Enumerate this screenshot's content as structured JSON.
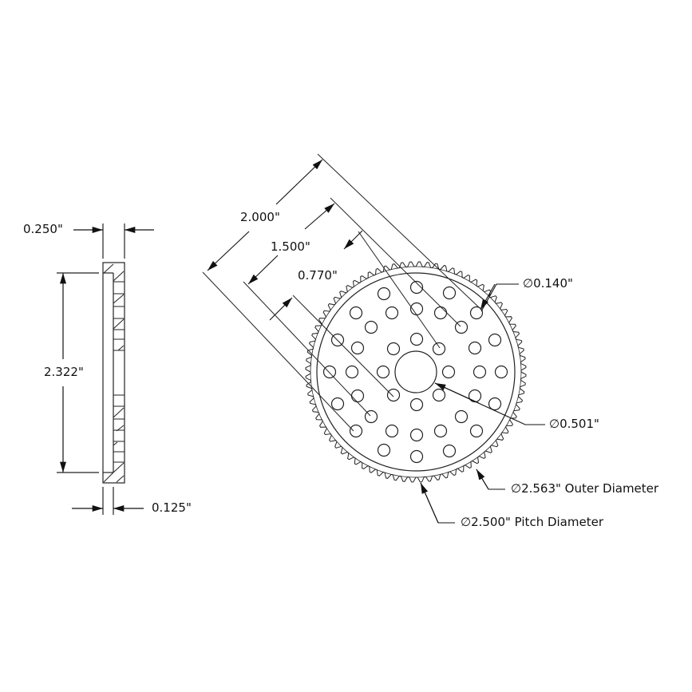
{
  "side_view": {
    "thickness_label": "0.250\"",
    "hub_thickness_label": "0.125\"",
    "height_label": "2.322\""
  },
  "front_view": {
    "bolt_circle_labels": [
      "2.000\"",
      "1.500\"",
      "0.770\""
    ],
    "hole_diameter_label": "∅0.140\"",
    "bore_diameter_label": "∅0.501\"",
    "outer_diameter_label": "∅2.563\" Outer Diameter",
    "pitch_diameter_label": "∅2.500\" Pitch Diameter"
  },
  "colors": {
    "line": "#222222",
    "background": "#ffffff"
  }
}
